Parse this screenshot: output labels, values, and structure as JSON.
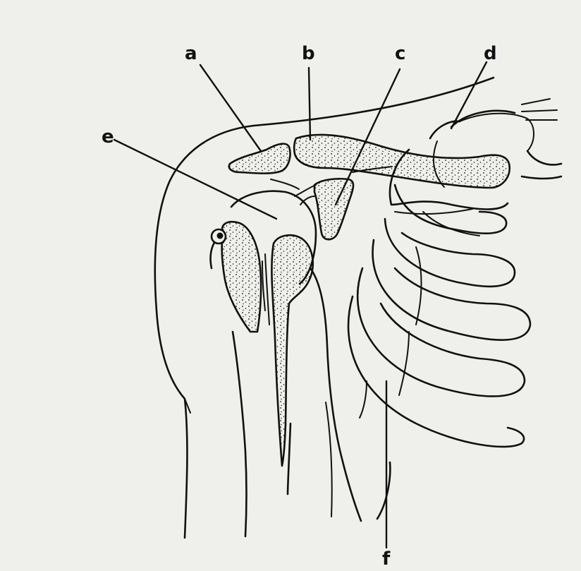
{
  "labels": {
    "a": "a",
    "b": "b",
    "c": "c",
    "d": "d",
    "e": "e",
    "f": "f"
  },
  "colors": {
    "paper": "#efefec",
    "ink": "#111111"
  }
}
